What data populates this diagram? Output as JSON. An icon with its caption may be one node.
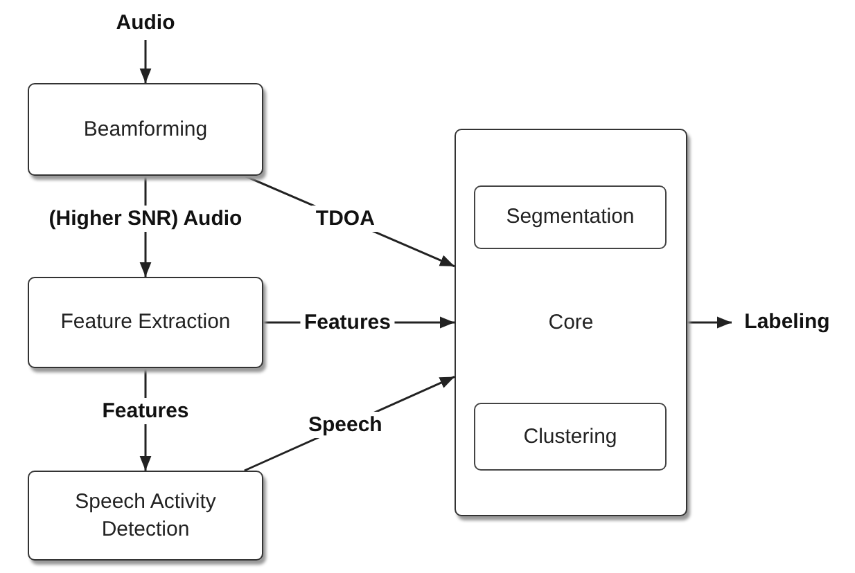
{
  "diagram": {
    "nodes": [
      {
        "text": [
          "Audio"
        ]
      },
      {
        "text": [
          "Beamforming"
        ]
      },
      {
        "text": [
          "Feature Extraction"
        ]
      },
      {
        "text": [
          "Speech Activity Detection"
        ]
      },
      {
        "text": [
          "Core"
        ]
      },
      {
        "text": [
          "Segmentation"
        ],
        "in": 4
      },
      {
        "text": [
          "Clustering"
        ],
        "in": 4
      },
      {
        "text": [
          "Labeling"
        ]
      }
    ],
    "edges": [
      {
        "from": 0,
        "to": 1,
        "arrow": "to"
      },
      {
        "from": 1,
        "to": 2,
        "arrow": "to",
        "label": "(Higher SNR) Audio"
      },
      {
        "from": 1,
        "to": 4,
        "arrow": "to",
        "label": "TDOA"
      },
      {
        "from": 2,
        "to": 4,
        "arrow": "to",
        "label": "Features"
      },
      {
        "from": 2,
        "to": 3,
        "arrow": "to",
        "label": "Features"
      },
      {
        "from": 3,
        "to": 4,
        "arrow": "to",
        "label": "Speech"
      },
      {
        "from": 4,
        "to": 7,
        "arrow": "to"
      }
    ]
  }
}
